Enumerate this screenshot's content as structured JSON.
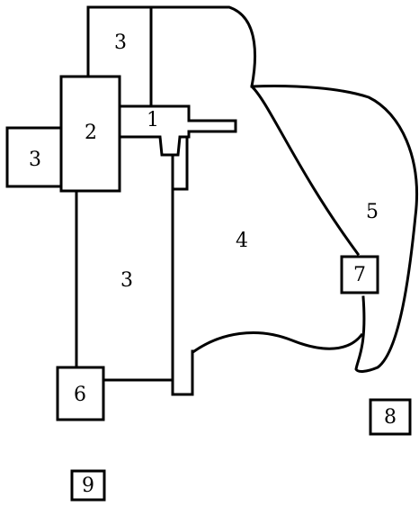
{
  "diagram": {
    "stroke_color": "#000000",
    "background_color": "#ffffff",
    "regions": {
      "region_1": "1",
      "region_2": "2",
      "region_3_top": "3",
      "region_3_left": "3",
      "region_3_middle": "3",
      "region_4": "4",
      "region_5": "5"
    },
    "boxes": {
      "box_6": "6",
      "box_7": "7",
      "box_8": "8",
      "box_9": "9"
    }
  }
}
